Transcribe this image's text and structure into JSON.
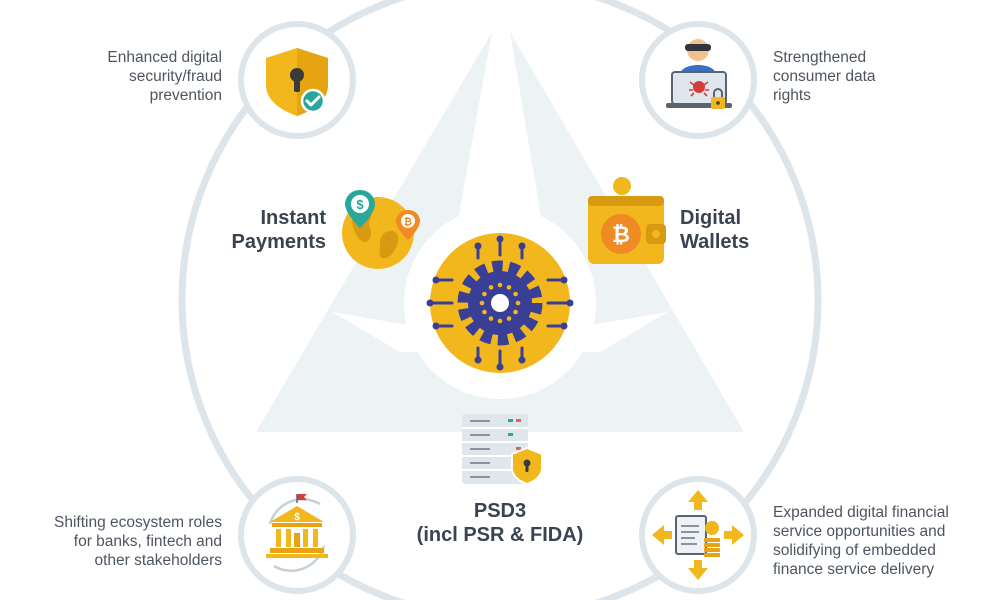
{
  "center_label": "PSD3\n(incl PSR & FIDA)",
  "pillars": {
    "left": "Instant\nPayments",
    "right": "Digital\nWallets"
  },
  "outcomes": {
    "top_left": "Enhanced digital\nsecurity/fraud\nprevention",
    "top_right": "Strengthened\nconsumer data\nrights",
    "bottom_left": "Shifting ecosystem roles\nfor banks, fintech and\nother stakeholders",
    "bottom_right": "Expanded digital financial\nservice opportunities and\nsolidifying of embedded\nfinance service delivery"
  },
  "icons": {
    "top_left": "shield-lock-check-icon",
    "top_right": "hacker-laptop-lock-icon",
    "bottom_left": "bank-building-icon",
    "bottom_right": "document-coins-arrows-icon",
    "instant_payments": "globe-dollar-bitcoin-icon",
    "digital_wallets": "wallet-bitcoin-icon",
    "center": "eu-gear-circuit-icon",
    "psd3": "server-shield-lock-icon"
  },
  "colors": {
    "ring": "#dde5ea",
    "triangle": "#edf2f4",
    "yellow": "#f2b71c",
    "orange": "#f08a24",
    "eu_blue": "#3a3f96",
    "teal": "#2aa79b",
    "text": "#4d5560",
    "heading": "#3a4450"
  }
}
